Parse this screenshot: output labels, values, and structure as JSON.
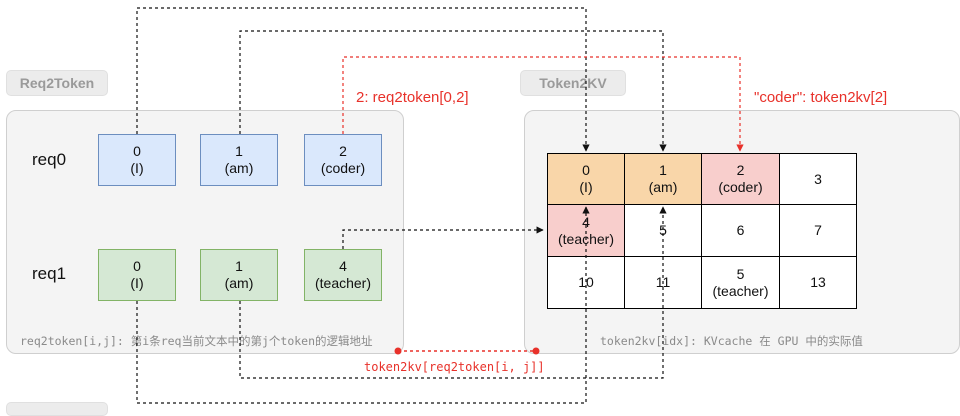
{
  "req2token": {
    "title": "Req2Token",
    "rows": [
      {
        "label": "req0",
        "cells": [
          {
            "index": "0",
            "word": "(I)"
          },
          {
            "index": "1",
            "word": "(am)"
          },
          {
            "index": "2",
            "word": "(coder)"
          }
        ]
      },
      {
        "label": "req1",
        "cells": [
          {
            "index": "0",
            "word": "(I)"
          },
          {
            "index": "1",
            "word": "(am)"
          },
          {
            "index": "4",
            "word": "(teacher)"
          }
        ]
      }
    ],
    "caption": "req2token[i,j]: 第i条req当前文本中的第j个token的逻辑地址"
  },
  "token2kv": {
    "title": "Token2KV",
    "grid": [
      [
        {
          "value": "0",
          "sub": "(I)"
        },
        {
          "value": "1",
          "sub": "(am)"
        },
        {
          "value": "2",
          "sub": "(coder)"
        },
        {
          "value": "3",
          "sub": ""
        }
      ],
      [
        {
          "value": "4",
          "sub": "(teacher)"
        },
        {
          "value": "5",
          "sub": ""
        },
        {
          "value": "6",
          "sub": ""
        },
        {
          "value": "7",
          "sub": ""
        }
      ],
      [
        {
          "value": "10",
          "sub": ""
        },
        {
          "value": "11",
          "sub": ""
        },
        {
          "value": "5",
          "sub": "(teacher)"
        },
        {
          "value": "13",
          "sub": ""
        }
      ]
    ],
    "caption": "token2kv[idx]: KVcache 在 GPU 中的实际值"
  },
  "annotations": {
    "req_lookup": "2: req2token[0,2]",
    "kv_lookup": "\"coder\": token2kv[2]",
    "composition": "token2kv[req2token[i, j]]"
  },
  "colors": {
    "blue_fill": "#dae8fc",
    "blue_border": "#6c8ebf",
    "green_fill": "#d5e8d4",
    "green_border": "#82b366",
    "orange_fill": "#f9d6a9",
    "pink_fill": "#f8cecc",
    "accent_red": "#e8312a"
  }
}
